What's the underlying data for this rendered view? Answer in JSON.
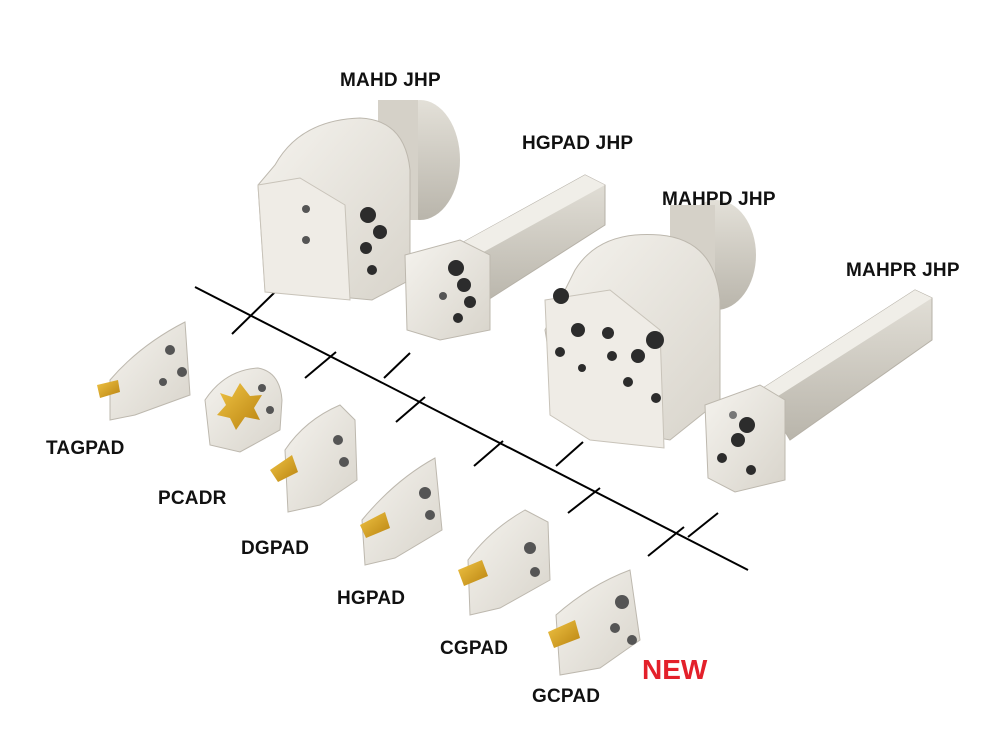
{
  "labels": {
    "mahd_jhp": "MAHD JHP",
    "hgpad_jhp": "HGPAD JHP",
    "mahpd_jhp": "MAHPD JHP",
    "mahpr_jhp": "MAHPR JHP",
    "tagpad": "TAGPAD",
    "pcadr": "PCADR",
    "dgpad": "DGPAD",
    "hgpad": "HGPAD",
    "cgpad": "CGPAD",
    "gcpad": "GCPAD",
    "new_badge": "NEW"
  },
  "colors": {
    "tool_body": "#ebe8e1",
    "tool_shadow": "#c9c5bc",
    "insert_gold": "#d9a21c",
    "screw": "#2c2c2c",
    "line": "#000000",
    "new_badge": "#e3202a"
  }
}
